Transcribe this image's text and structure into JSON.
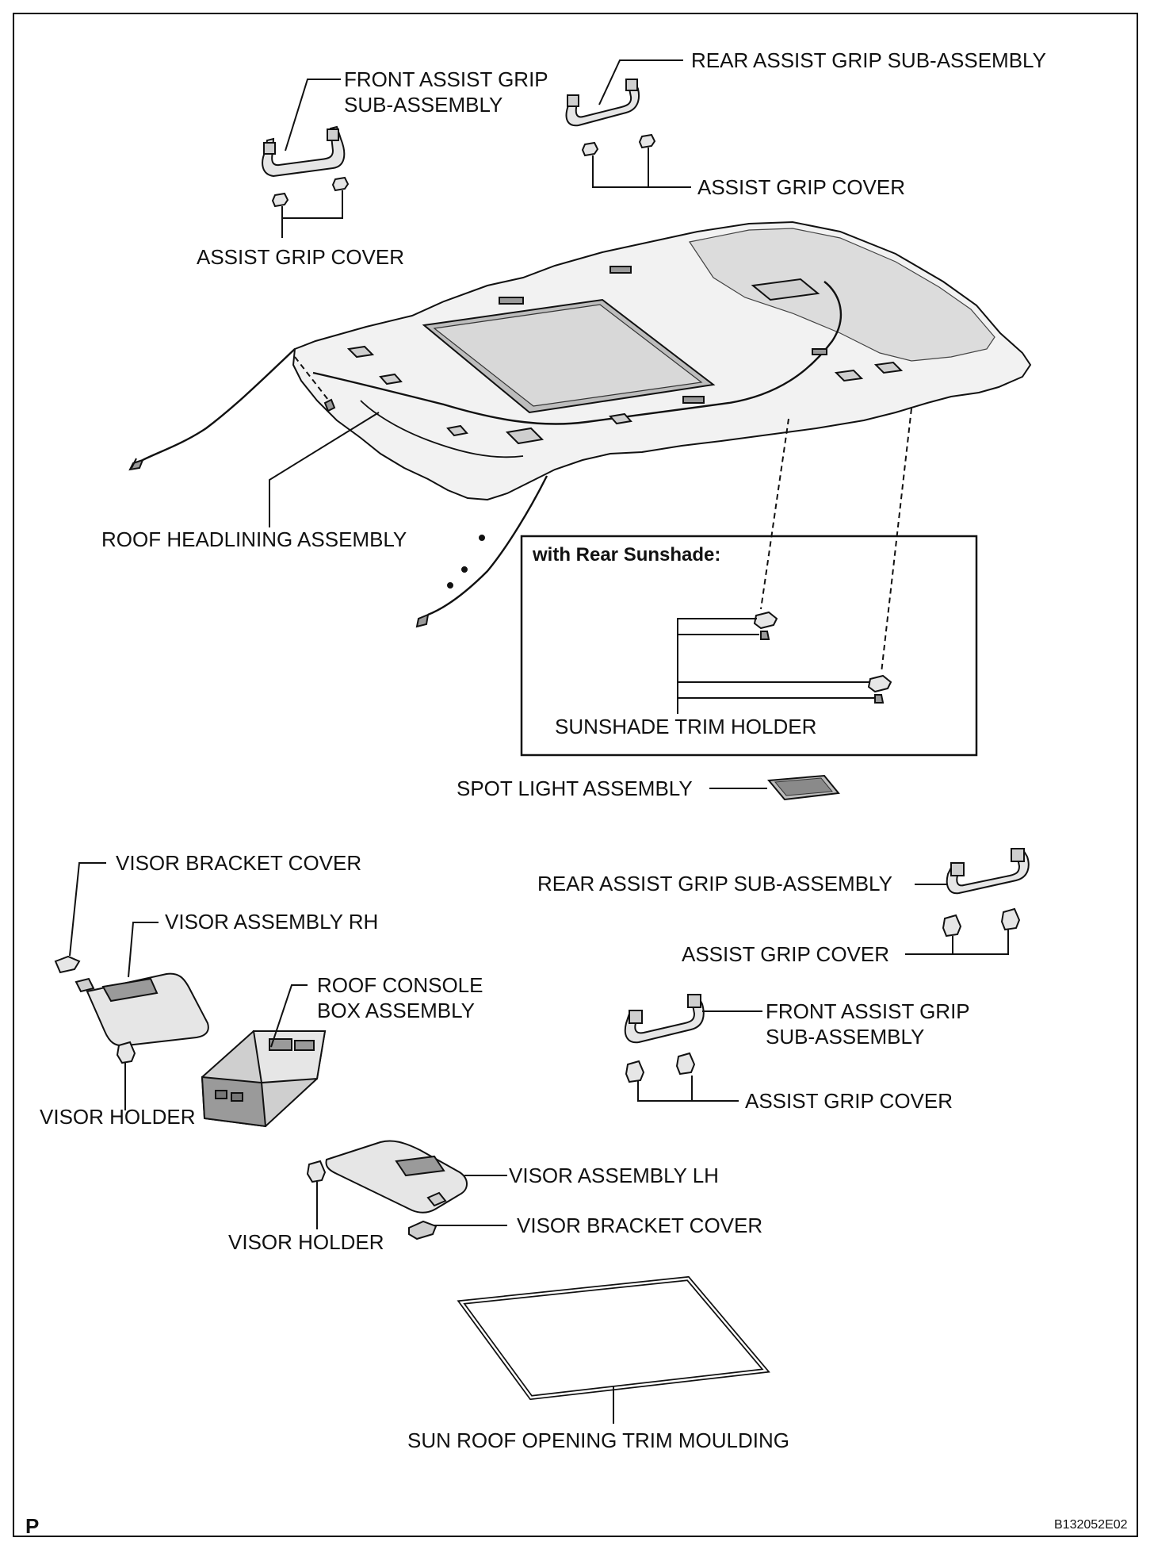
{
  "labels": {
    "front_assist_grip_top_1": "FRONT ASSIST GRIP",
    "front_assist_grip_top_2": "SUB-ASSEMBLY",
    "rear_assist_grip_top": "REAR ASSIST GRIP SUB-ASSEMBLY",
    "assist_grip_cover_top_right": "ASSIST GRIP COVER",
    "assist_grip_cover_top_left": "ASSIST GRIP COVER",
    "roof_headlining": "ROOF HEADLINING ASSEMBLY",
    "inset_title": "with Rear Sunshade:",
    "sunshade_trim_holder": "SUNSHADE TRIM HOLDER",
    "spot_light": "SPOT LIGHT ASSEMBLY",
    "visor_bracket_cover_rh": "VISOR BRACKET COVER",
    "visor_assembly_rh": "VISOR ASSEMBLY RH",
    "roof_console_1": "ROOF CONSOLE",
    "roof_console_2": "BOX ASSEMBLY",
    "visor_holder_rh": "VISOR HOLDER",
    "rear_assist_grip_bottom": "REAR ASSIST GRIP SUB-ASSEMBLY",
    "assist_grip_cover_mid": "ASSIST GRIP COVER",
    "front_assist_grip_bottom_1": "FRONT ASSIST GRIP",
    "front_assist_grip_bottom_2": "SUB-ASSEMBLY",
    "assist_grip_cover_bottom": "ASSIST GRIP COVER",
    "visor_assembly_lh": "VISOR ASSEMBLY LH",
    "visor_bracket_cover_lh": "VISOR BRACKET COVER",
    "visor_holder_lh": "VISOR HOLDER",
    "sun_roof_trim": "SUN ROOF OPENING TRIM MOULDING"
  },
  "footer": {
    "page_letter": "P",
    "figure_code": "B132052E02"
  },
  "colors": {
    "line": "#111111",
    "part_fill": "#e6e6e6",
    "part_dark": "#9a9a9a"
  }
}
